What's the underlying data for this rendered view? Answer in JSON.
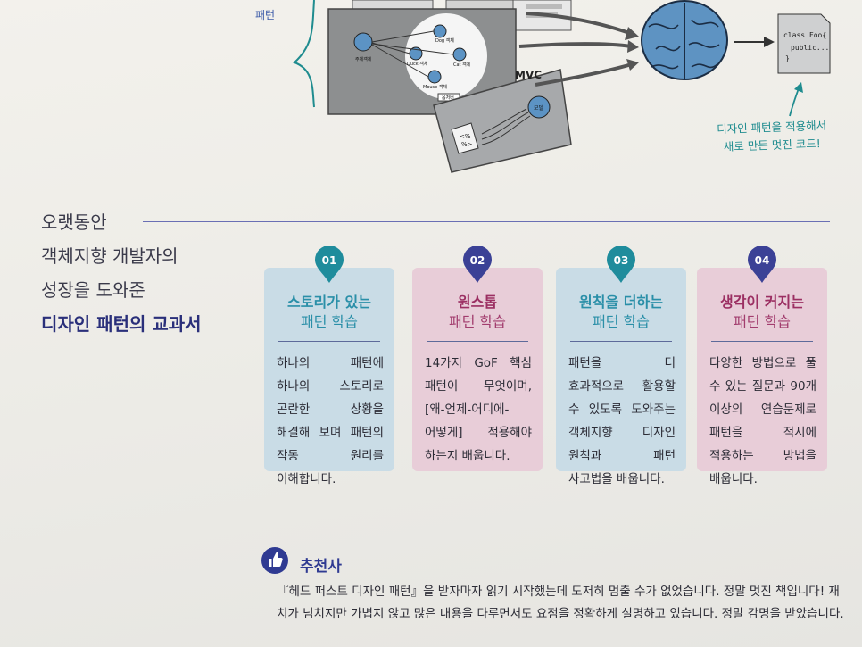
{
  "illustration": {
    "pattern_label": "패턴",
    "nodes": [
      "주체객체",
      "Dog 객체",
      "Duck 객체",
      "Cat 객체",
      "Mouse 객체",
      "옵저버"
    ],
    "mvc_label": "MVC",
    "model_label": "모델",
    "view_glyph": "<%\n%>",
    "code_note": [
      "class Foo{",
      "  public...",
      "}"
    ],
    "handwritten_note": [
      "디자인 패턴을 적용해서",
      "새로 만든 멋진 코드!"
    ]
  },
  "heading": {
    "line1": "오랫동안",
    "line2": "객체지향 개발자의",
    "line3": "성장을 도와준",
    "line4": "디자인 패턴의 교과서"
  },
  "cards": [
    {
      "num": "01",
      "title": "스토리가 있는",
      "subtitle": "패턴 학습",
      "body": "하나의 패턴에 하나의 스토리로 곤란한 상황을 해결해 보며 패턴의 작동 원리를 이해합니다.",
      "color": "#c9dce6",
      "accent": "#2a8fa8"
    },
    {
      "num": "02",
      "title": "원스톱",
      "subtitle": "패턴 학습",
      "body": "14가지 GoF 핵심 패턴이 무엇이며, [왜-언제-어디에-어떻게] 적용해야 하는지 배웁니다.",
      "color": "#e8cdd8",
      "accent": "#9b2f62"
    },
    {
      "num": "03",
      "title": "원칙을 더하는",
      "subtitle": "패턴 학습",
      "body": "패턴을 더 효과적으로 활용할 수 있도록 도와주는 객체지향 디자인 원칙과 패턴 사고법을 배웁니다.",
      "color": "#c9dce6",
      "accent": "#2a8fa8"
    },
    {
      "num": "04",
      "title": "생각이 커지는",
      "subtitle": "패턴 학습",
      "body": "다양한 방법으로 풀 수 있는 질문과 90개 이상의 연습문제로 패턴을 적시에 적용하는 방법을 배웁니다.",
      "color": "#e8cdd8",
      "accent": "#9b2f62"
    }
  ],
  "recommendation": {
    "title": "추천사",
    "body": "『헤드 퍼스트 디자인 패턴』을 받자마자 읽기 시작했는데 도저히 멈출 수가 없었습니다. 정말 멋진 책입니다! 재치가 넘치지만 가볍지 않고 많은 내용을 다루면서도 요점을 정확하게 설명하고 있습니다. 정말 감명을 받았습니다."
  }
}
